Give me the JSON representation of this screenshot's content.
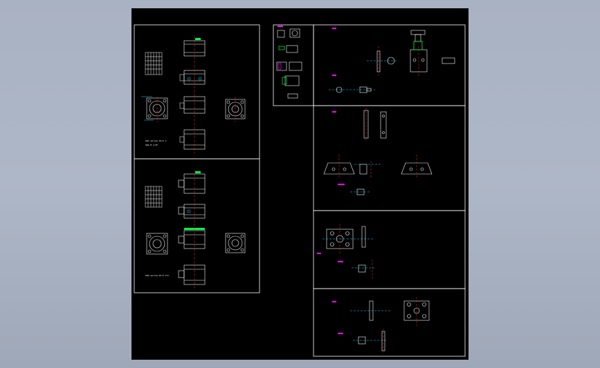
{
  "viewer": {
    "background_color": "#000000",
    "outer_background_color": "#a9b2c3"
  },
  "colors": {
    "frame": "#ffffff",
    "outline": "#ffffff",
    "centerline": "#ff2a2a",
    "dimension": "#00e5ff",
    "highlight_green": "#00ff3c",
    "label_magenta": "#ff00ff",
    "note_cyan": "#00e5ff"
  },
  "notes": {
    "left_top_note_1": "SDA series Port 1",
    "left_top_note_2": "SDA-B 1/4F",
    "left_bottom_note": "SDA-series-Port Fin"
  },
  "icons": [
    "cylinder-front-view-icon",
    "cylinder-side-view-icon",
    "flange-plate-icon",
    "clevis-bracket-icon",
    "foot-mount-icon",
    "hole-grid-icon"
  ]
}
